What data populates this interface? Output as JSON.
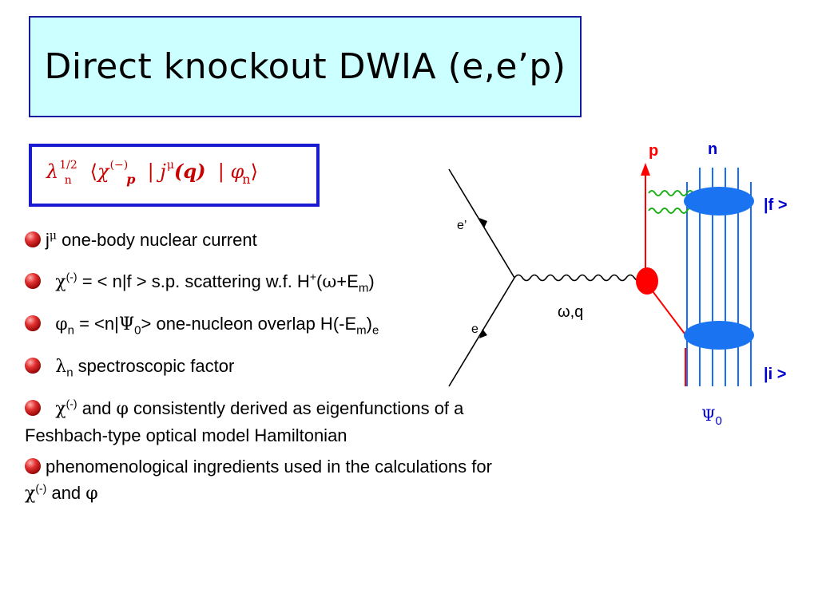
{
  "title": "Direct knockout DWIA (e,e’p)",
  "formula": {
    "lambda": "λ",
    "lambda_sup": "1/2",
    "lambda_sub": "n",
    "chi": "χ",
    "chi_sup": "(−)",
    "chi_sub": "p",
    "current": "j",
    "current_sup": "μ",
    "q": "(q)",
    "phi": "φ",
    "phi_sub": "n"
  },
  "bullets": {
    "b1": {
      "j": "j",
      "mu": "μ",
      "text": " one-body nuclear current"
    },
    "b2": {
      "chi": "χ",
      "sup": "(-)",
      "text": " = < n|f >  s.p. scattering w.f. H",
      "hsup": "+",
      "open": "(",
      "omega": "ω",
      "plus": "+E",
      "m": "m",
      "close": ")"
    },
    "b3": {
      "phi": "φ",
      "n": "n",
      "eq": " = <n|",
      "psi": "Ψ",
      "zero": "0",
      "text": "> one-nucleon overlap H(-E",
      "m": "m",
      "close": ")",
      "e": "e"
    },
    "b4": {
      "lambda": "λ",
      "n": "n",
      "text": " spectroscopic factor"
    },
    "b5": {
      "chi": "χ",
      "sup": "(-)",
      "and": " and ",
      "phi": "φ",
      "text": "  consistently derived as eigenfunctions of  a  Feshbach-type optical model Hamiltonian"
    },
    "b6": {
      "text": "phenomenological ingredients used in the calculations for ",
      "chi": "χ",
      "sup": "(-)",
      "and": " and ",
      "phi": "φ"
    }
  },
  "diagram": {
    "p_label": "p",
    "n_label": "n",
    "e_prime_label": "e’",
    "e_label": "e",
    "omega_q_label": "ω,q",
    "final_state_label": "|f >",
    "initial_state_label": "|i >",
    "psi0_label": "Ψ",
    "psi0_sub": "0",
    "colors": {
      "proton": "#ff0000",
      "neutron_lines": "#1a6cff",
      "photon_green": "#19b019",
      "blob": "#1a73f0",
      "label_blue": "#0000cc"
    }
  }
}
